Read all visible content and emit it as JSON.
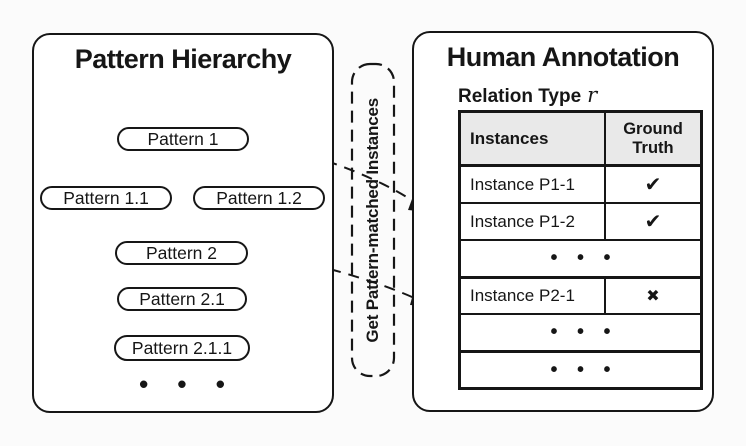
{
  "colors": {
    "ink": "#161616",
    "page_bg": "#fbfbfb",
    "panel_bg": "#ffffff",
    "table_header_bg": "#e9e9e9"
  },
  "left_panel": {
    "title": "Pattern Hierarchy",
    "nodes": {
      "pattern1": "Pattern 1",
      "pattern1_1": "Pattern 1.1",
      "pattern1_2": "Pattern 1.2",
      "pattern2": "Pattern 2",
      "pattern2_1": "Pattern 2.1",
      "pattern2_1_1": "Pattern 2.1.1"
    },
    "ellipsis": "• • •"
  },
  "connector": {
    "label": "Get Pattern-matched Instances"
  },
  "right_panel": {
    "title": "Human Annotation",
    "relation_label": "Relation Type",
    "relation_symbol": "r",
    "table": {
      "col_instances": "Instances",
      "col_ground_truth": "Ground Truth",
      "rows": [
        {
          "instance": "Instance P1-1",
          "truth": "✔"
        },
        {
          "instance": "Instance P1-2",
          "truth": "✔"
        },
        {
          "ellipsis": "• • •"
        },
        {
          "instance": "Instance P2-1",
          "truth": "✖"
        },
        {
          "ellipsis": "• • •"
        },
        {
          "ellipsis": "• • •"
        }
      ]
    }
  }
}
